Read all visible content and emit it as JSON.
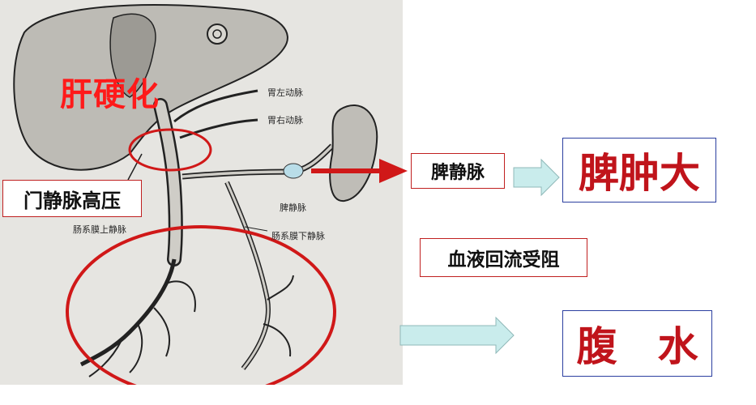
{
  "printed_labels": {
    "left_gastric_artery": "胃左动脉",
    "right_gastric_artery": "胃右动脉",
    "splenic_vein": "脾静脉",
    "superior_mesenteric_vein": "肠系膜上静脉",
    "inferior_mesenteric_vein": "肠系膜下静脉"
  },
  "overlay": {
    "cirrhosis": "肝硬化",
    "portal_hypertension": "门静脉高压",
    "splenic_vein_box": "脾静脉",
    "blood_flow_obstructed": "血液回流受阻",
    "splenomegaly": "脾肿大",
    "ascites": "腹　水"
  },
  "colors": {
    "overlay_red": "#d01818",
    "label_red": "#ff1a1a",
    "result_text": "#c0141b",
    "result_border": "#2b3fa0",
    "arrow_fill": "#c9ecec"
  }
}
